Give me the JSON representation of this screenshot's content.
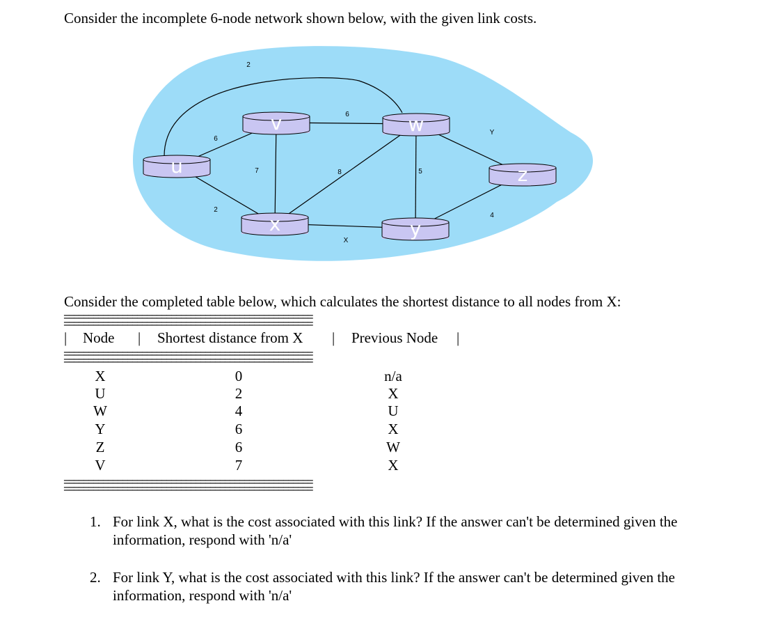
{
  "intro_text": "Consider the incomplete 6-node network shown below, with the given link costs.",
  "graph": {
    "colors": {
      "cloud": "#9ddcf8",
      "node_fill": "#c9c6f2",
      "node_text": "#ffffff"
    },
    "nodes": [
      {
        "id": "u",
        "label": "u"
      },
      {
        "id": "v",
        "label": "v"
      },
      {
        "id": "w",
        "label": "w"
      },
      {
        "id": "x",
        "label": "x"
      },
      {
        "id": "y",
        "label": "y"
      },
      {
        "id": "z",
        "label": "z"
      }
    ],
    "edges": [
      {
        "from": "u",
        "to": "w",
        "cost": "2"
      },
      {
        "from": "u",
        "to": "v",
        "cost": "6"
      },
      {
        "from": "u",
        "to": "x",
        "cost": "2"
      },
      {
        "from": "v",
        "to": "w",
        "cost": "6"
      },
      {
        "from": "v",
        "to": "x",
        "cost": "7"
      },
      {
        "from": "x",
        "to": "w",
        "cost": "8"
      },
      {
        "from": "w",
        "to": "y",
        "cost": "5"
      },
      {
        "from": "x",
        "to": "y",
        "cost": "X"
      },
      {
        "from": "w",
        "to": "z",
        "cost": "Y"
      },
      {
        "from": "y",
        "to": "z",
        "cost": "4"
      }
    ]
  },
  "table_intro": "Consider the completed table below, which calculates the shortest distance to all nodes from X:",
  "table": {
    "separator": "===================================================",
    "headers": {
      "node": "Node",
      "distance": "Shortest distance from X",
      "previous": "Previous Node",
      "bar": "|"
    },
    "rows": [
      {
        "node": "X",
        "distance": "0",
        "previous": "n/a"
      },
      {
        "node": "U",
        "distance": "2",
        "previous": "X"
      },
      {
        "node": "W",
        "distance": "4",
        "previous": "U"
      },
      {
        "node": "Y",
        "distance": "6",
        "previous": "X"
      },
      {
        "node": "Z",
        "distance": "6",
        "previous": "W"
      },
      {
        "node": "V",
        "distance": "7",
        "previous": "X"
      }
    ]
  },
  "questions": [
    {
      "num": "1.",
      "text": "For link X, what is the cost associated with this link? If the answer can't be determined given the information, respond with 'n/a'"
    },
    {
      "num": "2.",
      "text": "For link Y, what is the cost associated with this link? If the answer can't be determined given the information, respond with 'n/a'"
    }
  ]
}
